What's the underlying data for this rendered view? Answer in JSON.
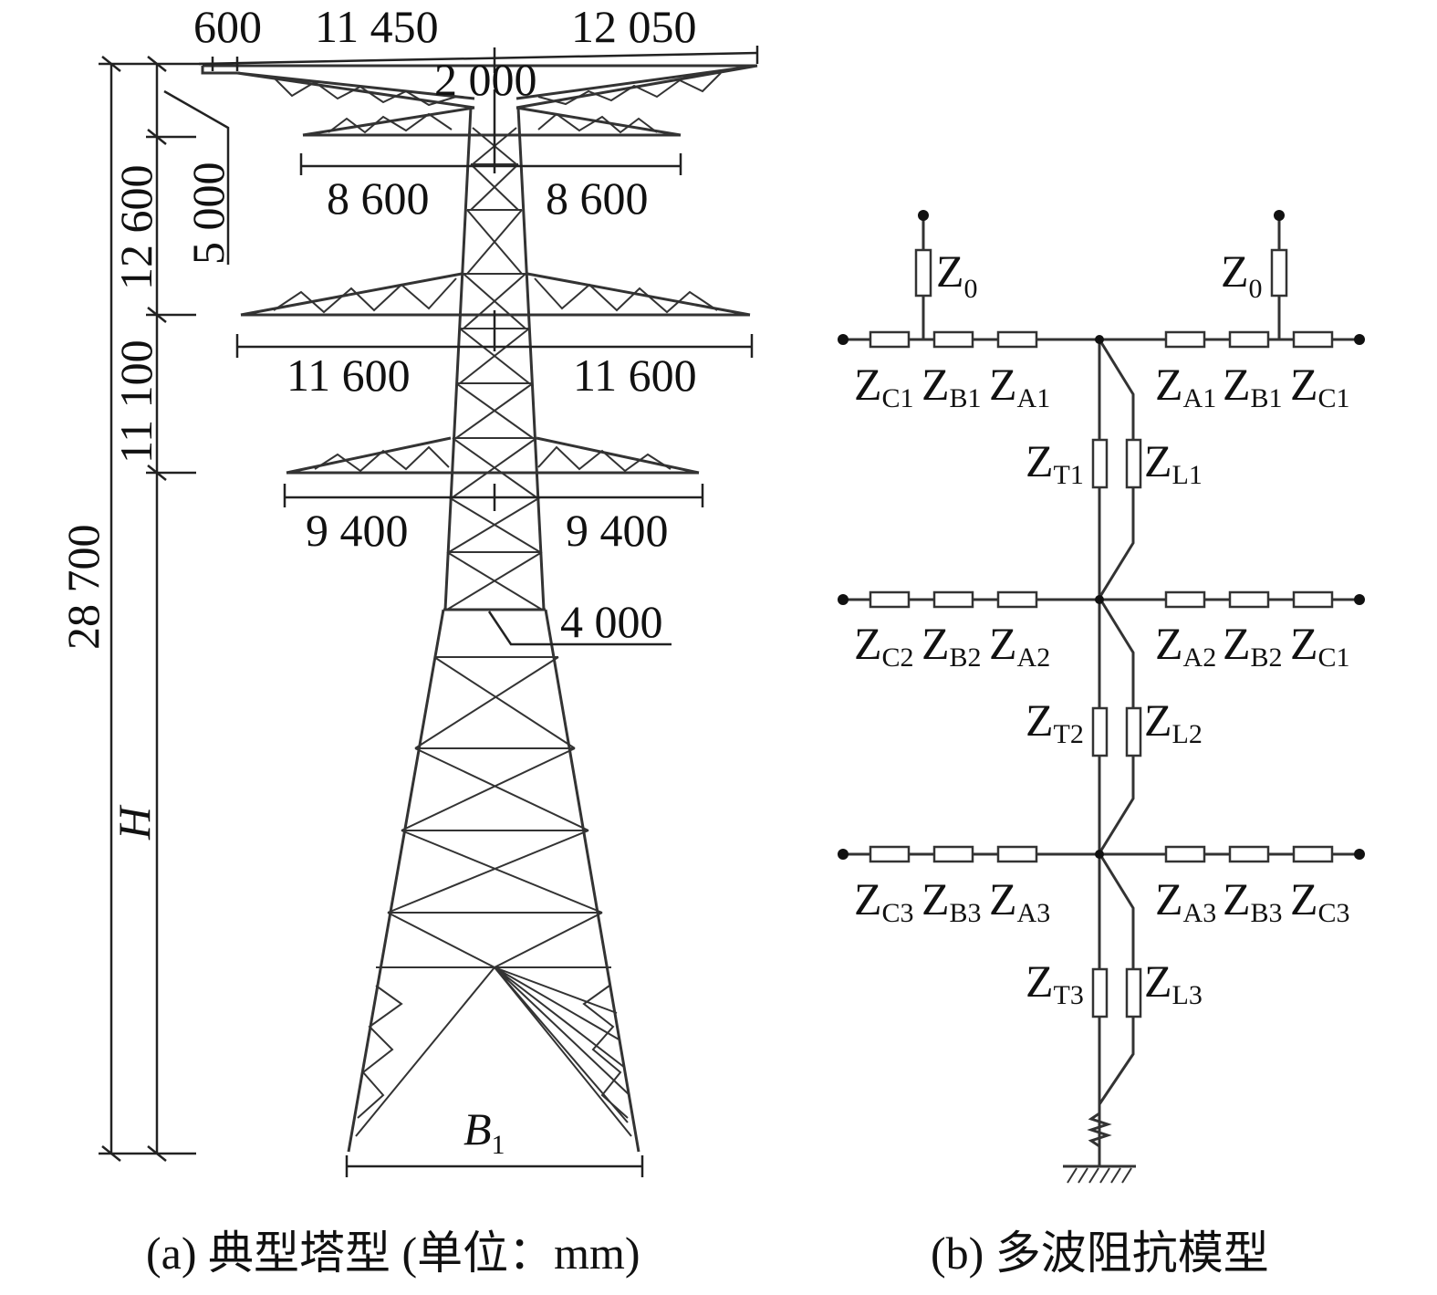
{
  "tower": {
    "dims": {
      "d600": "600",
      "d11450": "11 450",
      "d12050": "12 050",
      "d2000": "2 000",
      "d5000": "5 000",
      "d12600": "12 600",
      "d11100": "11 100",
      "d28700": "28 700",
      "H": "H",
      "d8600_l": "8 600",
      "d8600_r": "8 600",
      "d11600_l": "11 600",
      "d11600_r": "11 600",
      "d9400_l": "9 400",
      "d9400_r": "9 400",
      "d4000": "4 000",
      "B": "B",
      "B_sub": "1"
    },
    "caption": "(a) 典型塔型 (单位：mm)"
  },
  "model": {
    "Z": "Z",
    "z0_left": "0",
    "z0_right": "0",
    "row1": {
      "left": [
        "C1",
        "B1",
        "A1"
      ],
      "right": [
        "A1",
        "B1",
        "C1"
      ],
      "T": "T1",
      "L": "L1"
    },
    "row2": {
      "left": [
        "C2",
        "B2",
        "A2"
      ],
      "right": [
        "A2",
        "B2",
        "C1"
      ],
      "T": "T2",
      "L": "L2"
    },
    "row3": {
      "left": [
        "C3",
        "B3",
        "A3"
      ],
      "right": [
        "A3",
        "B3",
        "C3"
      ],
      "T": "T3",
      "L": "L3"
    },
    "caption": "(b) 多波阻抗模型"
  }
}
